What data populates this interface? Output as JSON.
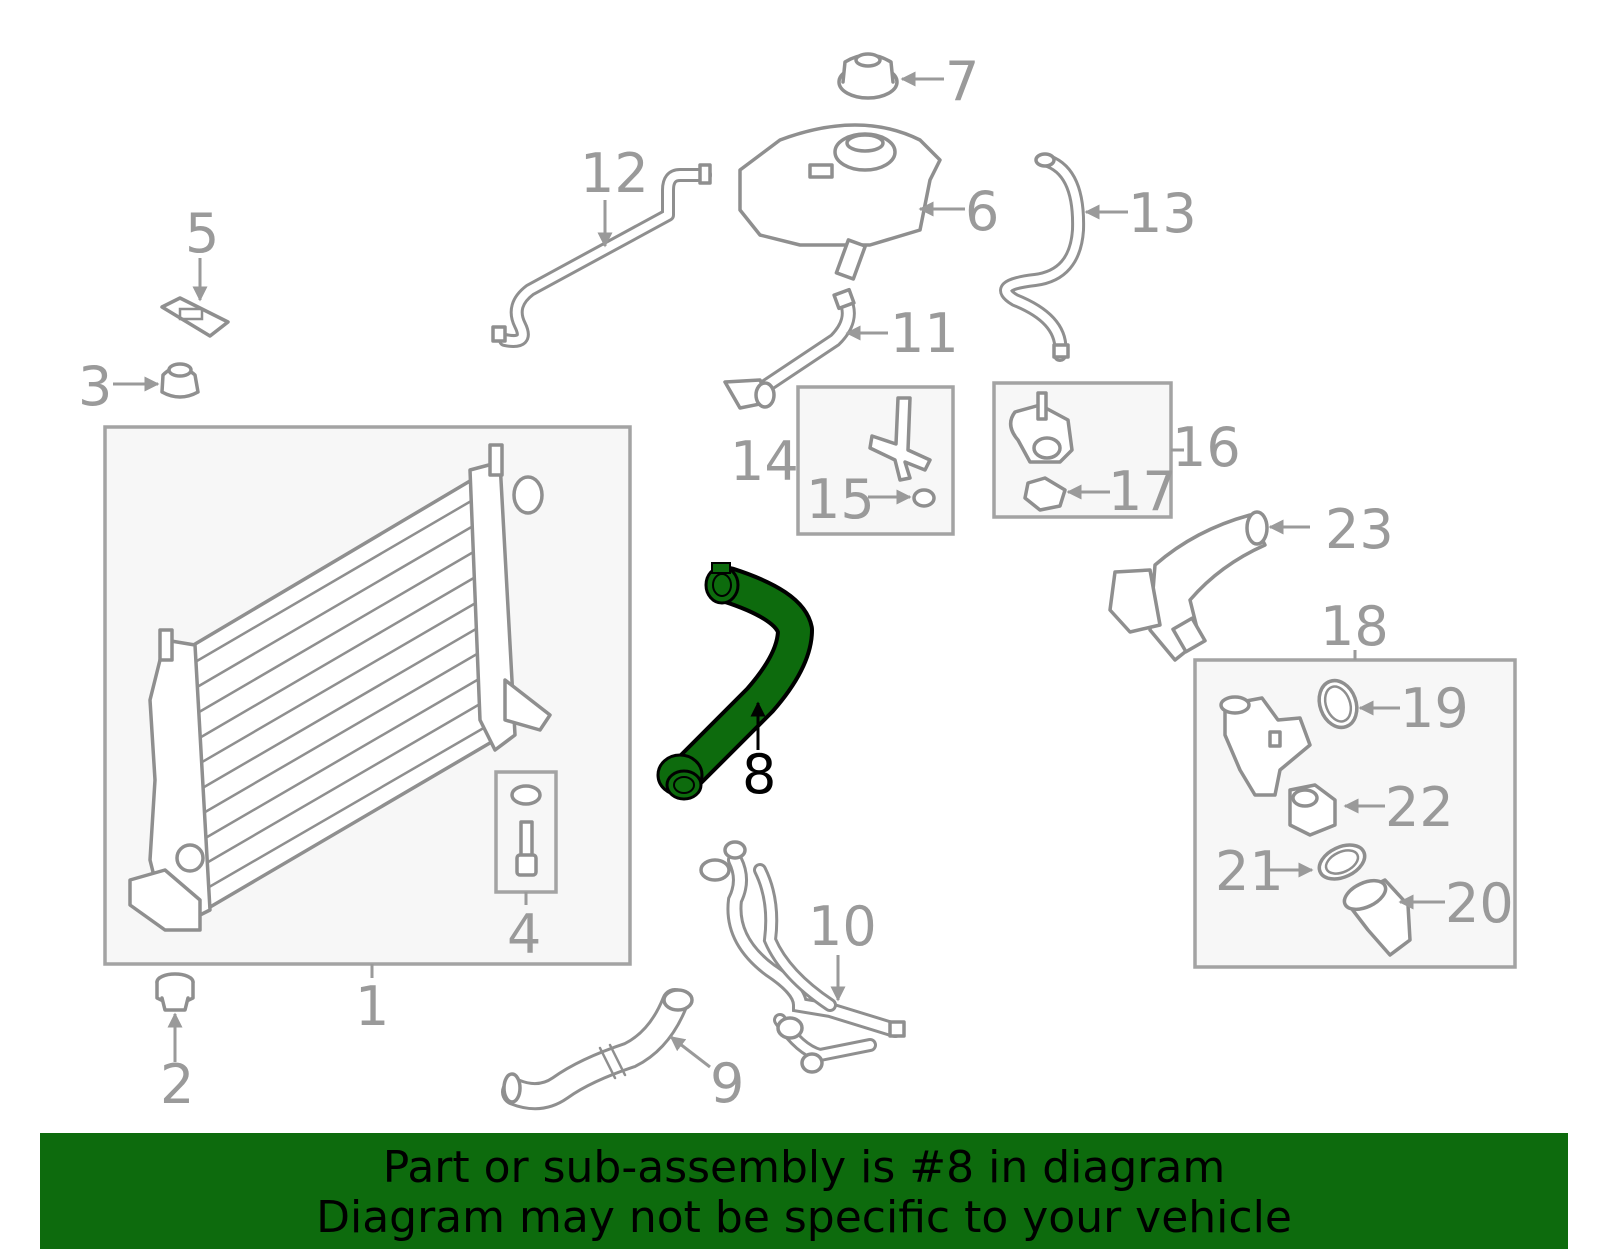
{
  "highlight_color": "#0d6b0d",
  "callouts": {
    "c1": "1",
    "c2": "2",
    "c3": "3",
    "c4": "4",
    "c5": "5",
    "c6": "6",
    "c7": "7",
    "c8": "8",
    "c9": "9",
    "c10": "10",
    "c11": "11",
    "c12": "12",
    "c13": "13",
    "c14": "14",
    "c15": "15",
    "c16": "16",
    "c17": "17",
    "c18": "18",
    "c19": "19",
    "c20": "20",
    "c21": "21",
    "c22": "22",
    "c23": "23"
  },
  "banner": {
    "line1": "Part or sub-assembly is #8 in diagram",
    "line2": "Diagram may not be specific to your vehicle"
  }
}
